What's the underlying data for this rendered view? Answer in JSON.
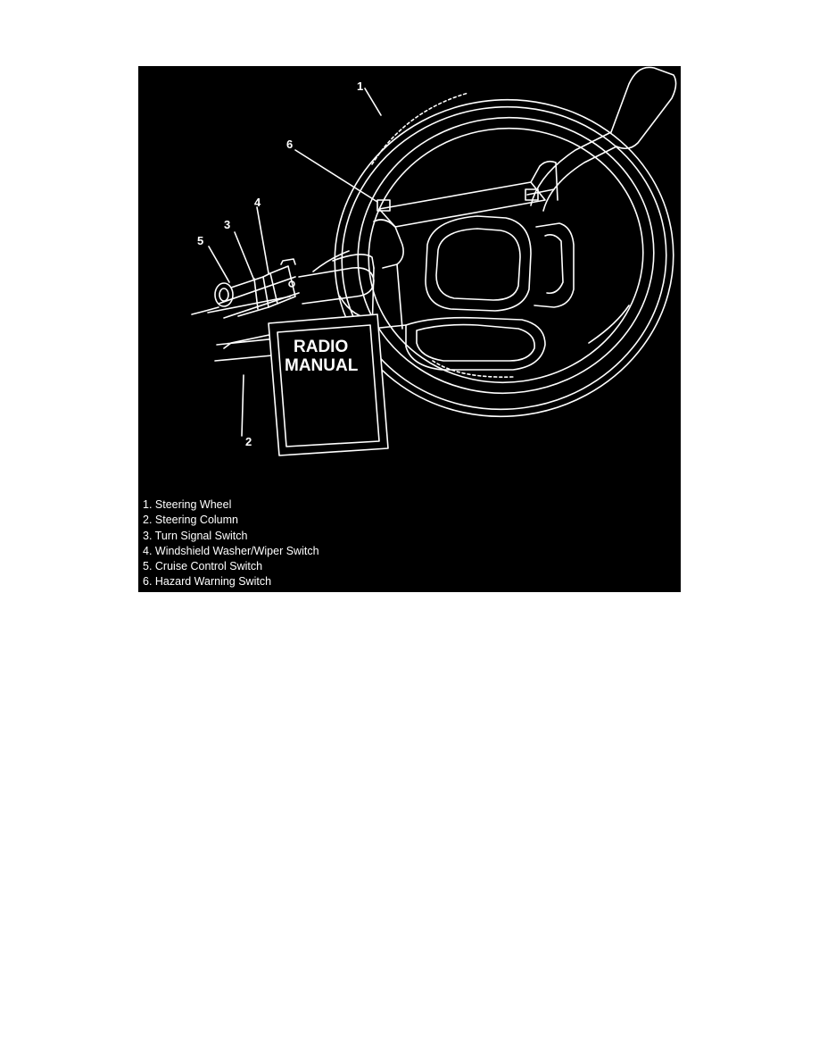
{
  "figure": {
    "callouts": [
      "1",
      "2",
      "3",
      "4",
      "5",
      "6"
    ],
    "placard_lines": [
      "RADIO",
      "MANUAL"
    ],
    "legend": [
      "1. Steering Wheel",
      "2. Steering Column",
      "3. Turn Signal Switch",
      "4. Windshield Washer/Wiper Switch",
      "5. Cruise Control Switch",
      "6. Hazard Warning Switch"
    ]
  },
  "colors": {
    "background": "#000000",
    "linework": "#ffffff"
  }
}
